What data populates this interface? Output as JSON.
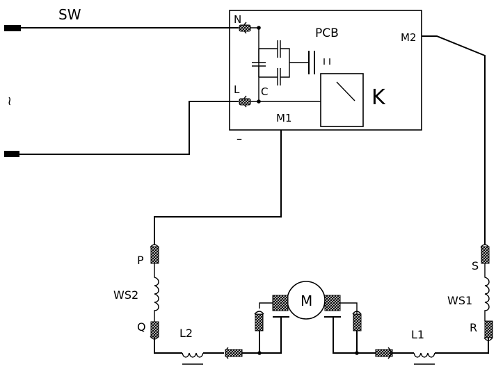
{
  "labels": {
    "sw": "SW",
    "ac_symbol": "~",
    "n": "N",
    "l": "L",
    "c": "C",
    "pcb": "PCB",
    "m1": "M1",
    "m2": "M2",
    "k": "K",
    "dash": "–",
    "p": "P",
    "ws2": "WS2",
    "q": "Q",
    "l2": "L2",
    "m": "M",
    "s": "S",
    "ws1": "WS1",
    "r": "R",
    "l1": "L1"
  },
  "colors": {
    "ink": "#000000",
    "background": "#ffffff",
    "terminal_fill": "#555555"
  }
}
